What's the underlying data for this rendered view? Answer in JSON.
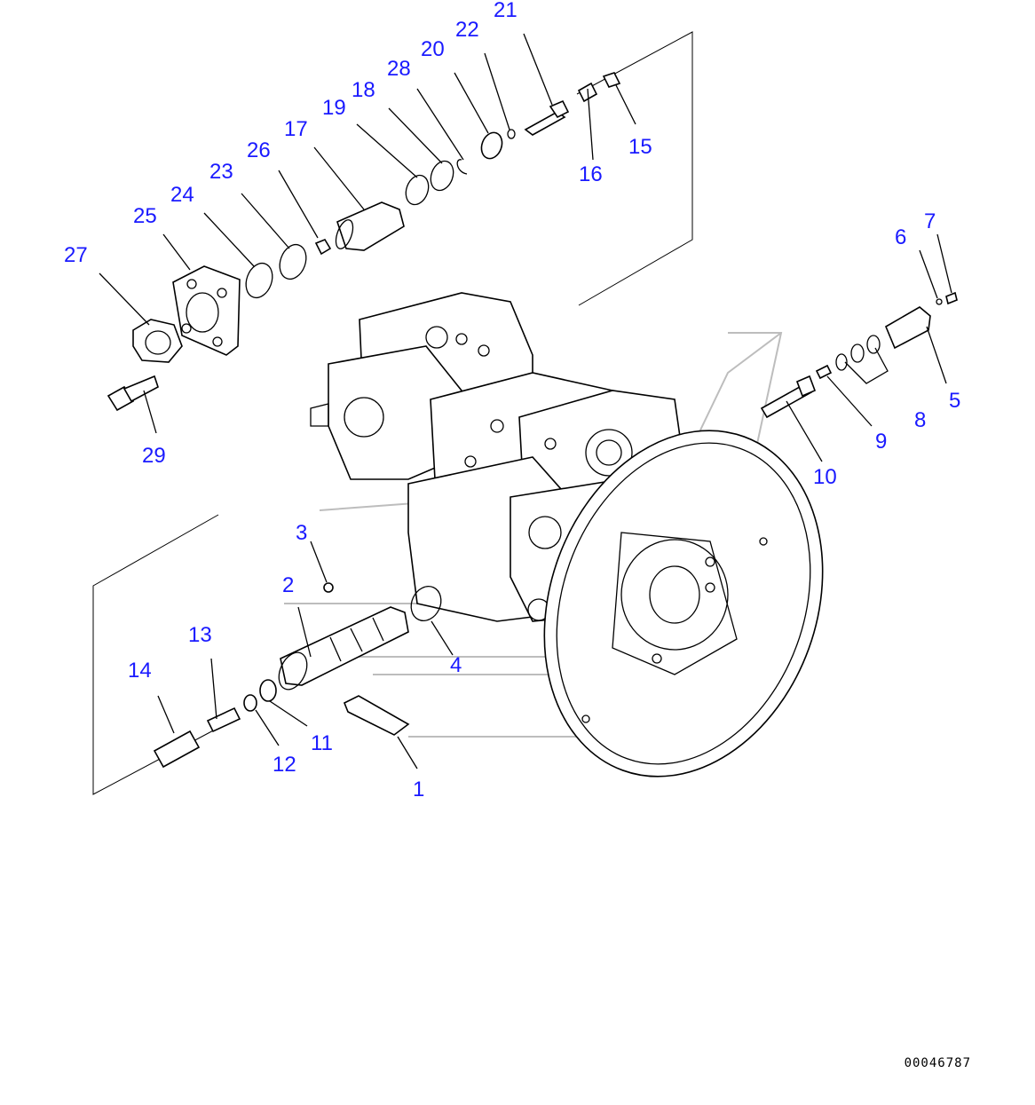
{
  "diagram": {
    "drawing_number": "00046787",
    "colors": {
      "label": "#1a1aff",
      "line": "#000000",
      "watermark": "#bdbdbd"
    },
    "labels": [
      {
        "id": "p1",
        "text": "1"
      },
      {
        "id": "p2",
        "text": "2"
      },
      {
        "id": "p3",
        "text": "3"
      },
      {
        "id": "p4",
        "text": "4"
      },
      {
        "id": "p5",
        "text": "5"
      },
      {
        "id": "p6",
        "text": "6"
      },
      {
        "id": "p7",
        "text": "7"
      },
      {
        "id": "p8",
        "text": "8"
      },
      {
        "id": "p9",
        "text": "9"
      },
      {
        "id": "p10",
        "text": "10"
      },
      {
        "id": "p11",
        "text": "11"
      },
      {
        "id": "p12",
        "text": "12"
      },
      {
        "id": "p13",
        "text": "13"
      },
      {
        "id": "p14",
        "text": "14"
      },
      {
        "id": "p15",
        "text": "15"
      },
      {
        "id": "p16",
        "text": "16"
      },
      {
        "id": "p17",
        "text": "17"
      },
      {
        "id": "p18",
        "text": "18"
      },
      {
        "id": "p19",
        "text": "19"
      },
      {
        "id": "p20",
        "text": "20"
      },
      {
        "id": "p21",
        "text": "21"
      },
      {
        "id": "p22",
        "text": "22"
      },
      {
        "id": "p23",
        "text": "23"
      },
      {
        "id": "p24",
        "text": "24"
      },
      {
        "id": "p25",
        "text": "25"
      },
      {
        "id": "p26",
        "text": "26"
      },
      {
        "id": "p27",
        "text": "27"
      },
      {
        "id": "p28",
        "text": "28"
      },
      {
        "id": "p29",
        "text": "29"
      }
    ]
  }
}
